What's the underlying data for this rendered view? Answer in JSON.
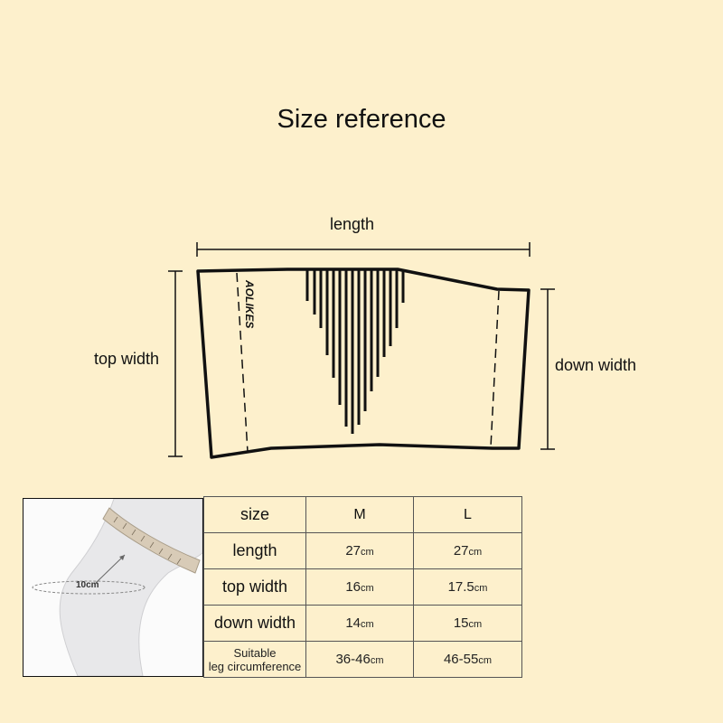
{
  "title": "Size reference",
  "diagram": {
    "length_label": "length",
    "top_width_label": "top width",
    "down_width_label": "down width",
    "brand_mark": "AOLIKES"
  },
  "photo": {
    "measure_label": "10cm"
  },
  "table": {
    "headers": [
      "size",
      "M",
      "L"
    ],
    "rows": [
      {
        "label": "length",
        "m": "27",
        "l": "27",
        "unit": "cm"
      },
      {
        "label": "top width",
        "m": "16",
        "l": "17.5",
        "unit": "cm"
      },
      {
        "label": "down width",
        "m": "14",
        "l": "15",
        "unit": "cm"
      },
      {
        "label_line1": "Suitable",
        "label_line2": "leg circumference",
        "m": "36-46",
        "l": "46-55",
        "unit": "cm"
      }
    ]
  },
  "colors": {
    "background": "#fdf0cc",
    "line": "#111111"
  }
}
